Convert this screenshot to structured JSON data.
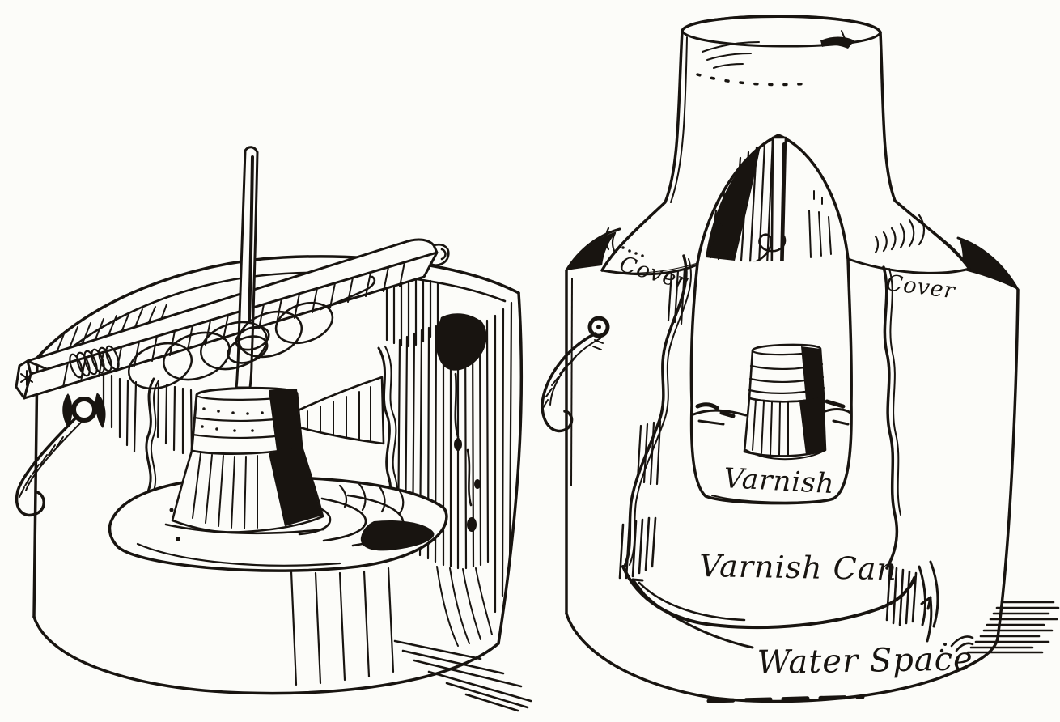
{
  "illustration": {
    "labels": {
      "cover_left": "Cover",
      "cover_right": "Cover",
      "varnish": "Varnish",
      "varnish_can": "Varnish Can",
      "water_space": "Water Space"
    },
    "colors": {
      "ink": "#181410",
      "paper": "#fcfcf9"
    }
  }
}
